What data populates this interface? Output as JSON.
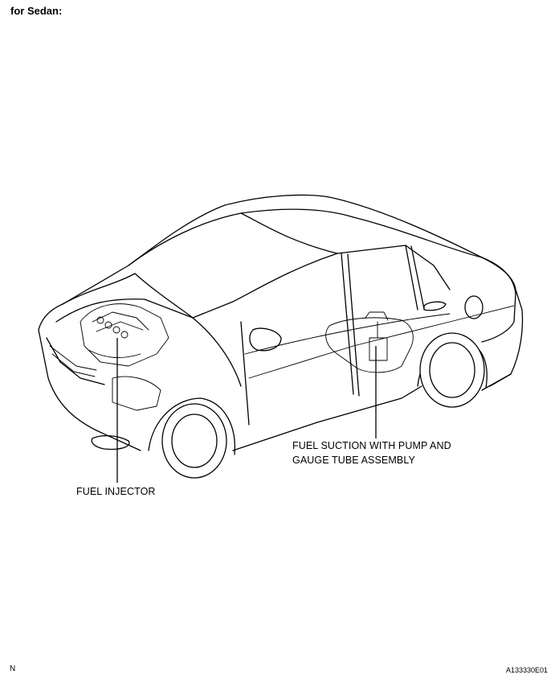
{
  "heading": "for Sedan:",
  "callouts": {
    "fuel_injector": "FUEL INJECTOR",
    "fuel_suction_line1": "FUEL SUCTION WITH PUMP AND",
    "fuel_suction_line2": "GAUGE TUBE ASSEMBLY"
  },
  "footer": {
    "left_mark": "N",
    "figure_code": "A133330E01"
  }
}
